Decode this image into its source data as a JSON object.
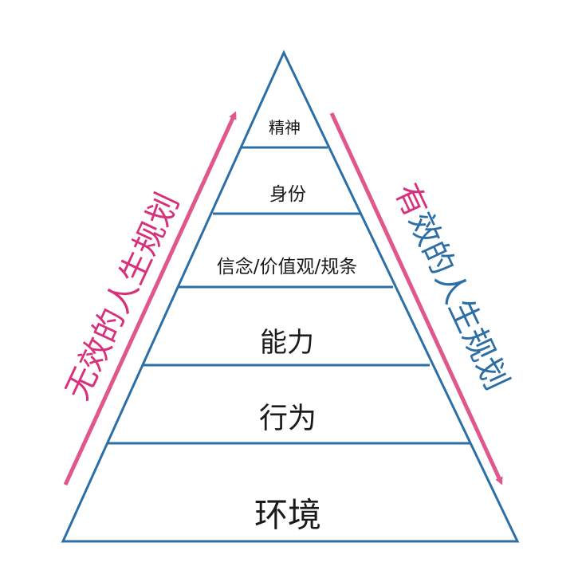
{
  "pyramid": {
    "layers": [
      {
        "label": "精神"
      },
      {
        "label": "身份"
      },
      {
        "label": "信念/价值观/规条"
      },
      {
        "label": "能力"
      },
      {
        "label": "行为"
      },
      {
        "label": "环境"
      }
    ]
  },
  "left_arrow": {
    "label": "无效的人生规划",
    "direction": "up"
  },
  "right_arrow": {
    "label": "有效的人生规划",
    "direction": "down"
  },
  "colors": {
    "outline": "#2c6ea6",
    "left_arrow": "#e0578c",
    "right_arrow": "#e0578c",
    "left_text": "#d8307a",
    "right_text_first": "#d8307a",
    "right_text_rest": "#2c6ea6"
  }
}
